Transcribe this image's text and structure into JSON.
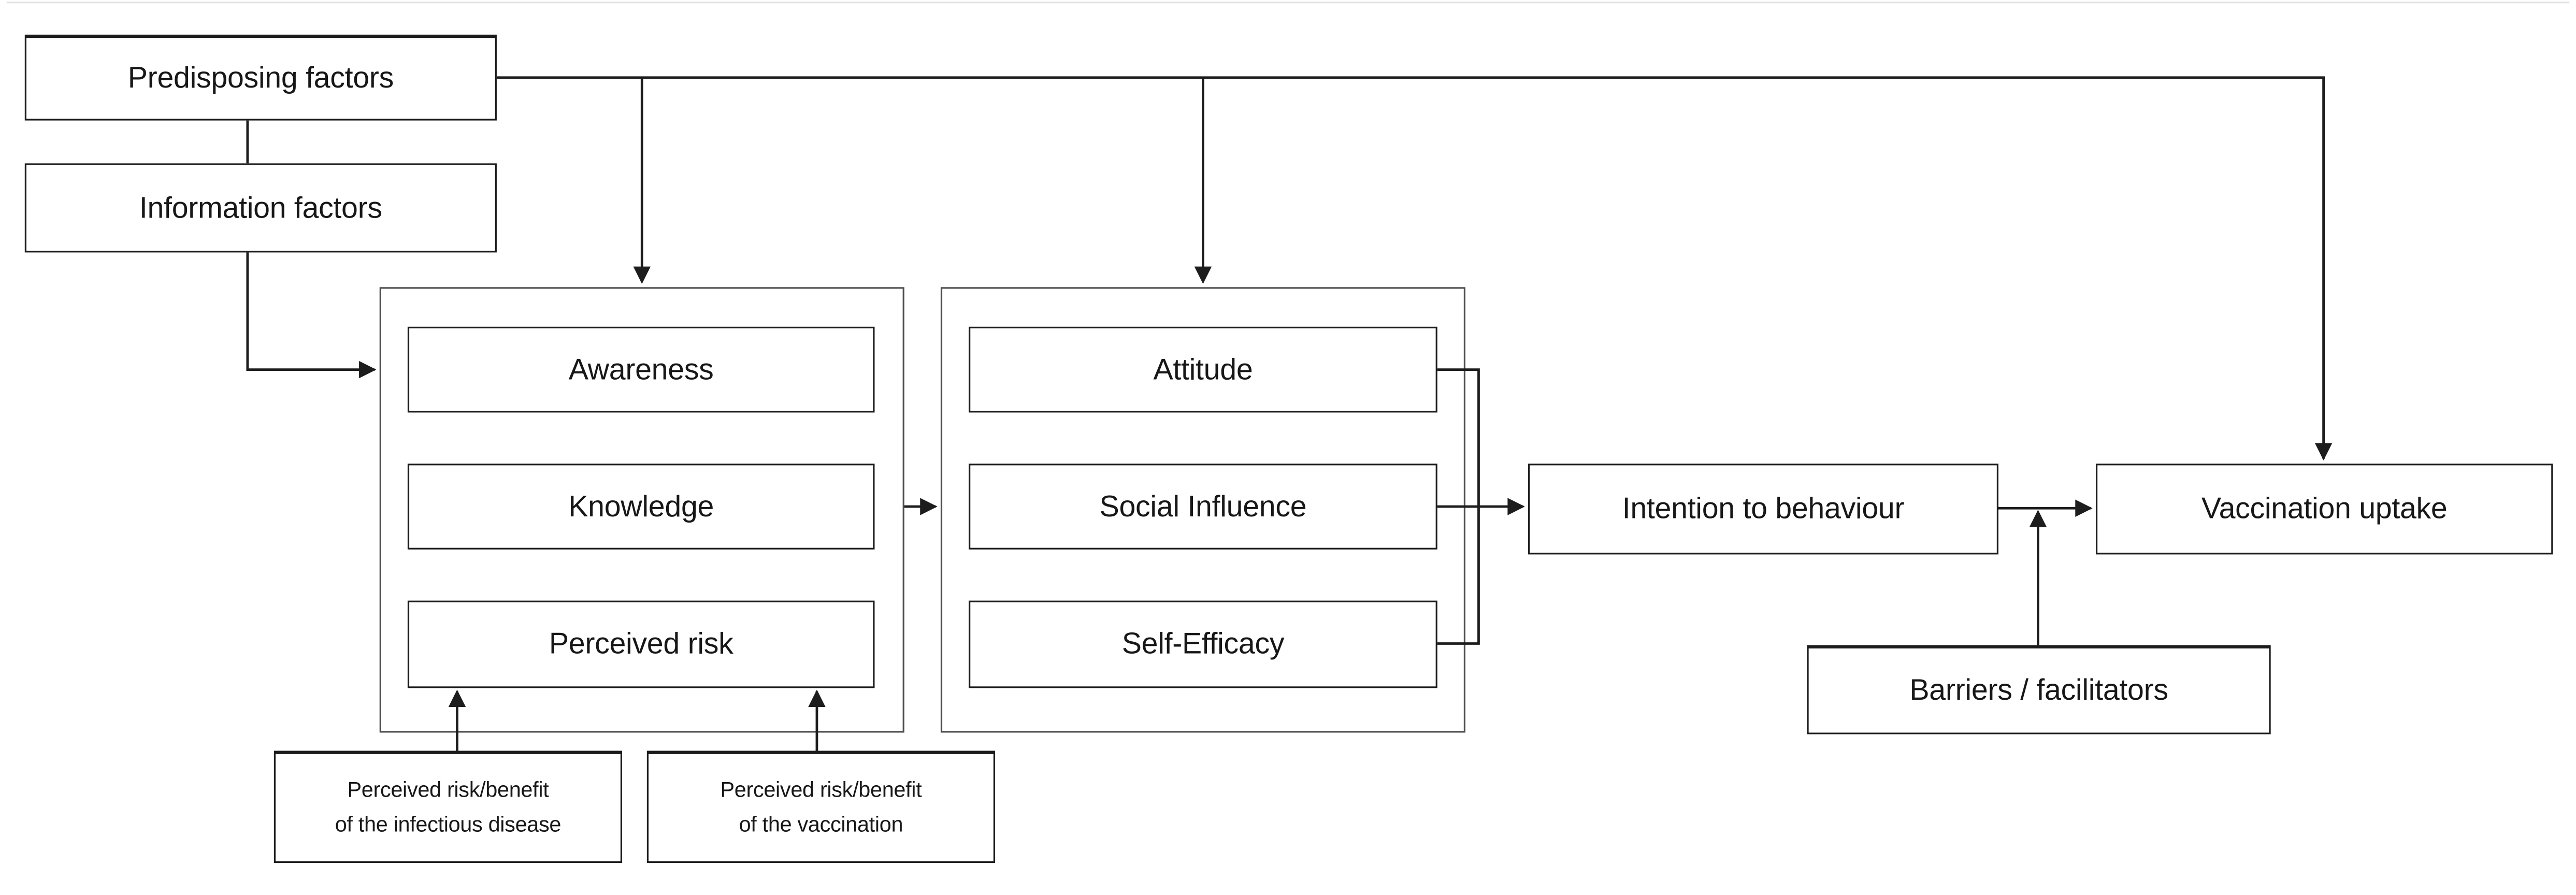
{
  "figure": {
    "description": "Conceptual model flow diagram of determinants of vaccination uptake",
    "background_color": "#ffffff",
    "line_color": "#1d1d1d",
    "box_fill": "#ffffff",
    "boxes": {
      "predisposing": "Predisposing factors",
      "information": "Information factors",
      "awareness": "Awareness",
      "knowledge": "Knowledge",
      "perceived_risk": "Perceived risk",
      "attitude": "Attitude",
      "social_influence": "Social Influence",
      "self_efficacy": "Self-Efficacy",
      "intention": "Intention to behaviour",
      "vaccination": "Vaccination uptake",
      "barriers": "Barriers / facilitators",
      "prb_disease_line1": "Perceived risk/benefit",
      "prb_disease_line2": "of the infectious disease",
      "prb_vaccination_line1": "Perceived risk/benefit",
      "prb_vaccination_line2": "of the vaccination"
    },
    "edges": [
      {
        "from": "Predisposing factors",
        "to": "Information factors",
        "type": "line"
      },
      {
        "from": "Predisposing factors",
        "to": "Vaccination uptake",
        "type": "arrow"
      },
      {
        "from": "Predisposing factors",
        "to": "Awareness/Knowledge/Perceived risk group",
        "type": "arrow"
      },
      {
        "from": "Predisposing factors",
        "to": "Attitude/Social Influence/Self-Efficacy group",
        "type": "arrow"
      },
      {
        "from": "Information factors",
        "to": "Awareness/Knowledge/Perceived risk group",
        "type": "arrow"
      },
      {
        "from": "Awareness/Knowledge/Perceived risk group",
        "to": "Attitude/Social Influence/Self-Efficacy group",
        "type": "arrow"
      },
      {
        "from": "Attitude + Social Influence + Self-Efficacy (bracketed)",
        "to": "Intention to behaviour",
        "type": "arrow"
      },
      {
        "from": "Intention to behaviour",
        "to": "Vaccination uptake",
        "type": "arrow"
      },
      {
        "from": "Barriers / facilitators",
        "to": "Intention-to-Vaccination link",
        "type": "arrow"
      },
      {
        "from": "Perceived risk/benefit of the infectious disease",
        "to": "Perceived risk",
        "type": "arrow"
      },
      {
        "from": "Perceived risk/benefit of the vaccination",
        "to": "Perceived risk",
        "type": "arrow"
      }
    ]
  }
}
